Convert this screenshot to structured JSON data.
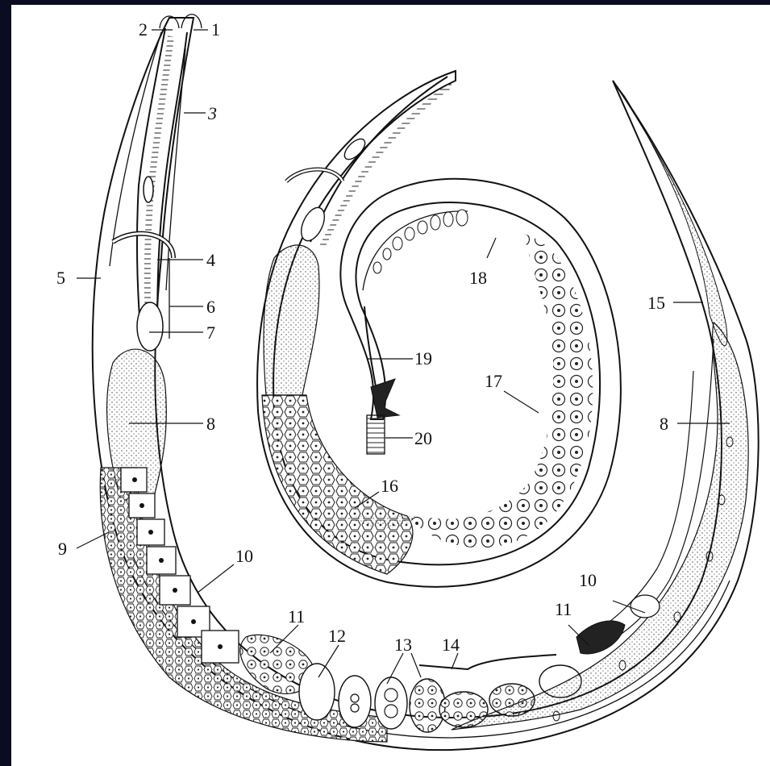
{
  "figure": {
    "background_color": "#0a0c22",
    "plate_color": "#ffffff",
    "ink_color": "#111111",
    "labels": [
      {
        "id": "l1",
        "text": "1"
      },
      {
        "id": "l2",
        "text": "2"
      },
      {
        "id": "l3",
        "text": "3"
      },
      {
        "id": "l4",
        "text": "4"
      },
      {
        "id": "l5",
        "text": "5"
      },
      {
        "id": "l6",
        "text": "6"
      },
      {
        "id": "l7",
        "text": "7"
      },
      {
        "id": "l8a",
        "text": "8"
      },
      {
        "id": "l8b",
        "text": "8"
      },
      {
        "id": "l9",
        "text": "9"
      },
      {
        "id": "l10a",
        "text": "10"
      },
      {
        "id": "l10b",
        "text": "10"
      },
      {
        "id": "l11a",
        "text": "11"
      },
      {
        "id": "l11b",
        "text": "11"
      },
      {
        "id": "l12",
        "text": "12"
      },
      {
        "id": "l13",
        "text": "13"
      },
      {
        "id": "l14",
        "text": "14"
      },
      {
        "id": "l15",
        "text": "15"
      },
      {
        "id": "l16",
        "text": "16"
      },
      {
        "id": "l17",
        "text": "17"
      },
      {
        "id": "l18",
        "text": "18"
      },
      {
        "id": "l19",
        "text": "19"
      },
      {
        "id": "l20",
        "text": "20"
      }
    ]
  }
}
